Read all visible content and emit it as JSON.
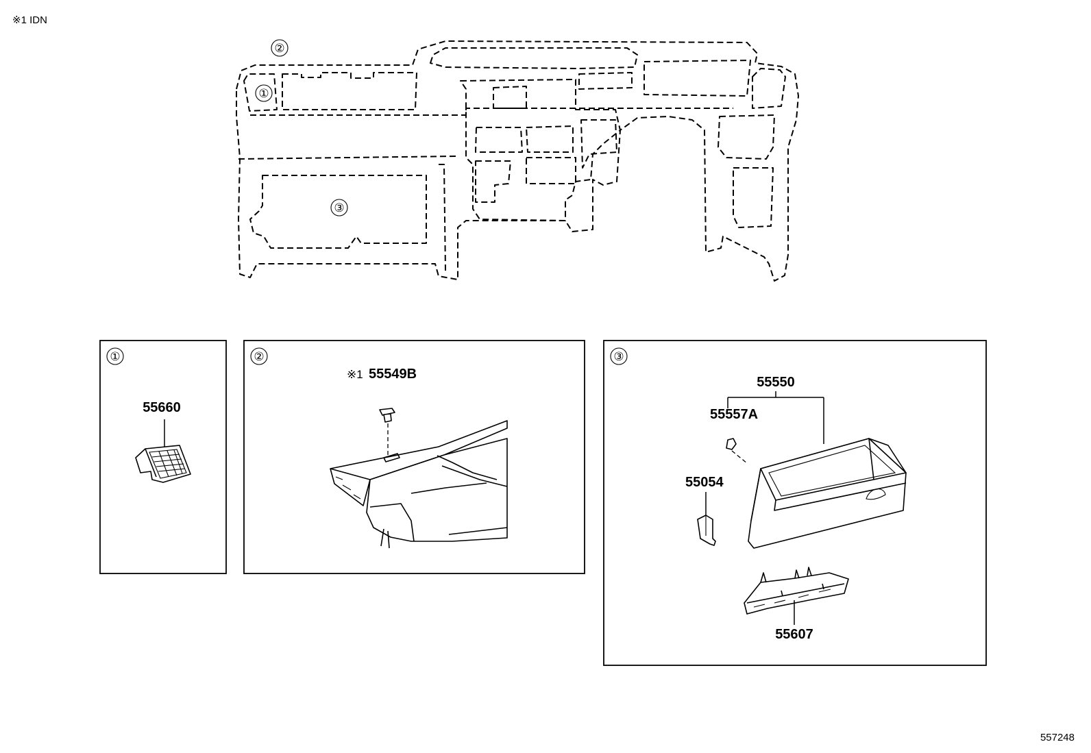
{
  "header_note": "※1 IDN",
  "document_number": "557248",
  "overview_callouts": [
    "①",
    "②",
    "③"
  ],
  "panels": [
    {
      "index": "①",
      "parts": [
        {
          "number": "55660"
        }
      ]
    },
    {
      "index": "②",
      "parts": [
        {
          "prefix": "※1",
          "number": "55549B"
        }
      ]
    },
    {
      "index": "③",
      "parts": [
        {
          "number": "55550"
        },
        {
          "number": "55557A"
        },
        {
          "number": "55054"
        },
        {
          "number": "55607"
        }
      ]
    }
  ]
}
